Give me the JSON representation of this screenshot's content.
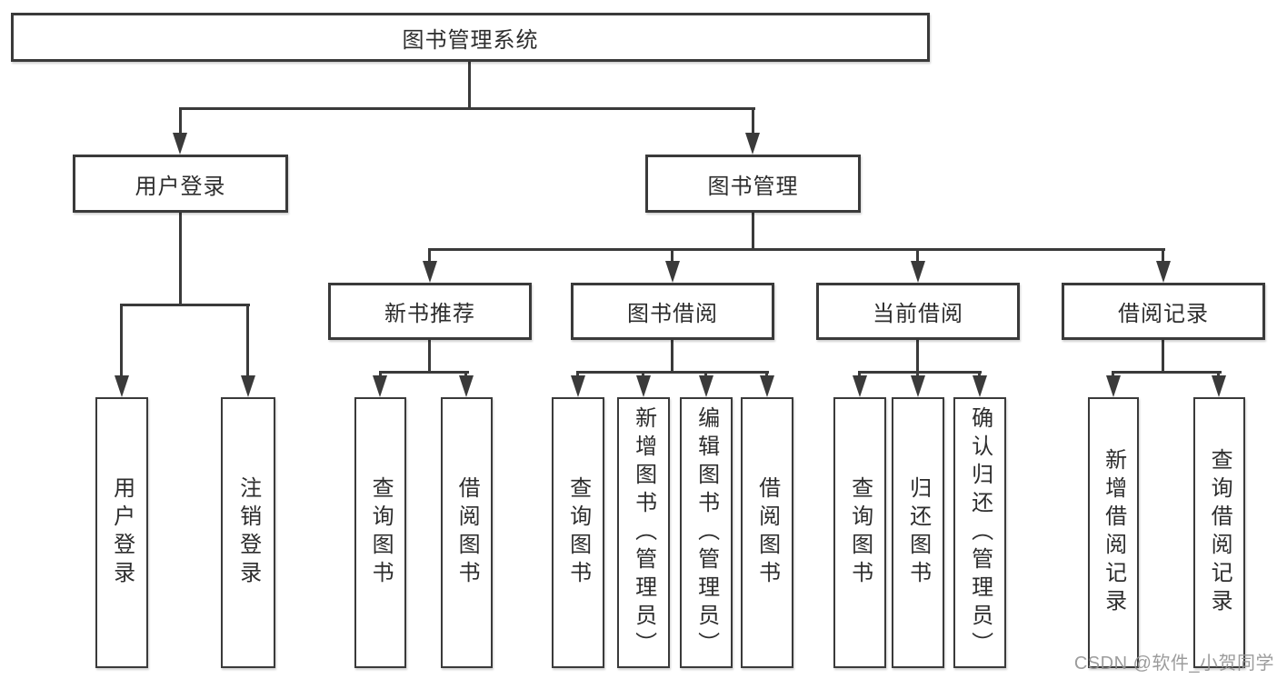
{
  "diagram": {
    "root": "图书管理系统",
    "level1": [
      "用户登录",
      "图书管理"
    ],
    "level2": [
      "新书推荐",
      "图书借阅",
      "当前借阅",
      "借阅记录"
    ],
    "leaves": [
      "用户登录",
      "注销登录",
      "查询图书",
      "借阅图书",
      "查询图书",
      "新增图书（管理员）",
      "编辑图书（管理员）",
      "借阅图书",
      "查询图书",
      "归还图书",
      "确认归还（管理员）",
      "新增借阅记录",
      "查询借阅记录"
    ]
  },
  "watermark": "CSDN @软件_小贺同学",
  "colors": {
    "line": "#3a3a3a",
    "text": "#2d2d2d",
    "background": "#ffffff",
    "watermark": "#949494"
  }
}
